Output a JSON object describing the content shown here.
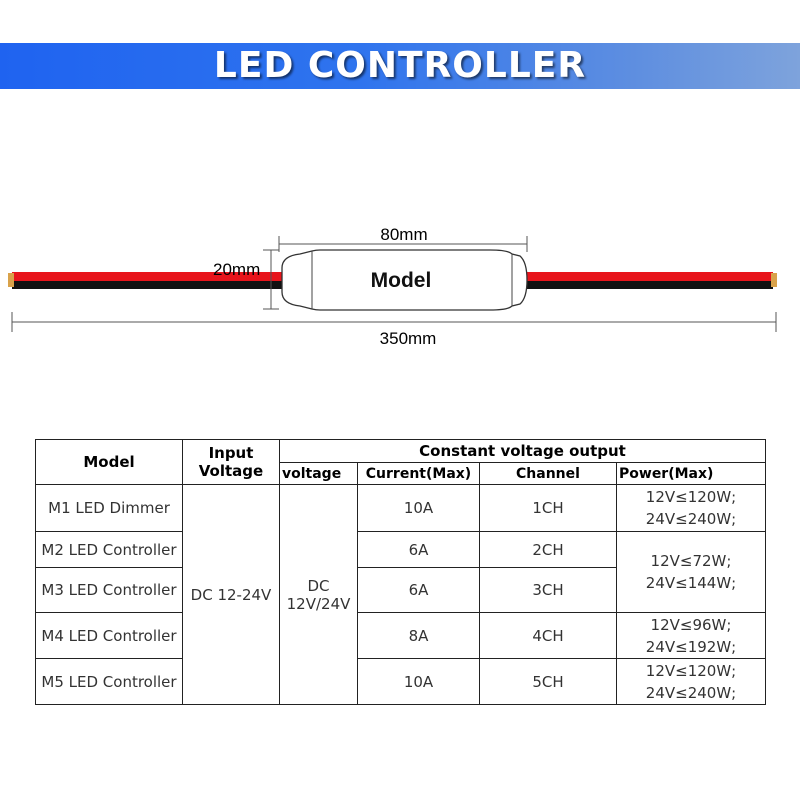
{
  "banner": {
    "title": "LED CONTROLLER"
  },
  "diagram": {
    "width_label": "80mm",
    "height_label": "20mm",
    "length_label": "350mm",
    "body_label": "Model"
  },
  "table": {
    "headers": {
      "model": "Model",
      "input_voltage": "Input Voltage",
      "constant_output": "Constant voltage output",
      "voltage": "voltage",
      "current": "Current(Max)",
      "channel": "Channel",
      "power": "Power(Max)"
    },
    "shared": {
      "input": "DC 12-24V",
      "output_voltage": "DC 12V/24V"
    },
    "rows": [
      {
        "model": "M1 LED Dimmer",
        "current": "10A",
        "channel": "1CH"
      },
      {
        "model": "M2 LED Controller",
        "current": "6A",
        "channel": "2CH"
      },
      {
        "model": "M3 LED Controller",
        "current": "6A",
        "channel": "3CH"
      },
      {
        "model": "M4 LED Controller",
        "current": "8A",
        "channel": "4CH"
      },
      {
        "model": "M5 LED Controller",
        "current": "10A",
        "channel": "5CH"
      }
    ],
    "power": [
      [
        "12V≤120W;",
        "24V≤240W;"
      ],
      [
        "12V≤72W;",
        "24V≤144W;"
      ],
      [
        "12V≤96W;",
        "24V≤192W;"
      ],
      [
        "12V≤120W;",
        "24V≤240W;"
      ]
    ]
  }
}
